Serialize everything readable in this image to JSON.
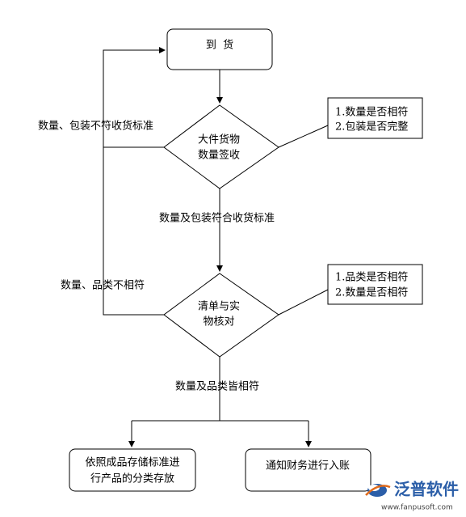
{
  "nodes": {
    "arrival": "到  货",
    "large_item_check": [
      "大件货物",
      "数量签收"
    ],
    "verify_items": [
      "清单与实",
      "物核对"
    ],
    "store_products": [
      "依照成品存储标准进",
      "行产品的分类存放"
    ],
    "notify_finance": "通知财务进行入账"
  },
  "notes": {
    "large_item_note": [
      "1.数量是否相符",
      "2.包装是否完整"
    ],
    "verify_note": [
      "1.品类是否相符",
      "2.数量是否相符"
    ]
  },
  "edge_labels": {
    "fail_quantity_packaging": "数量、包装不符收货标准",
    "pass_quantity_packaging": "数量及包装符合收货标准",
    "fail_quantity_category": "数量、品类不相符",
    "pass_quantity_category": "数量及品类皆相符"
  },
  "watermark": {
    "brand": "泛普软件",
    "url": "www.fanpusoft.com"
  }
}
